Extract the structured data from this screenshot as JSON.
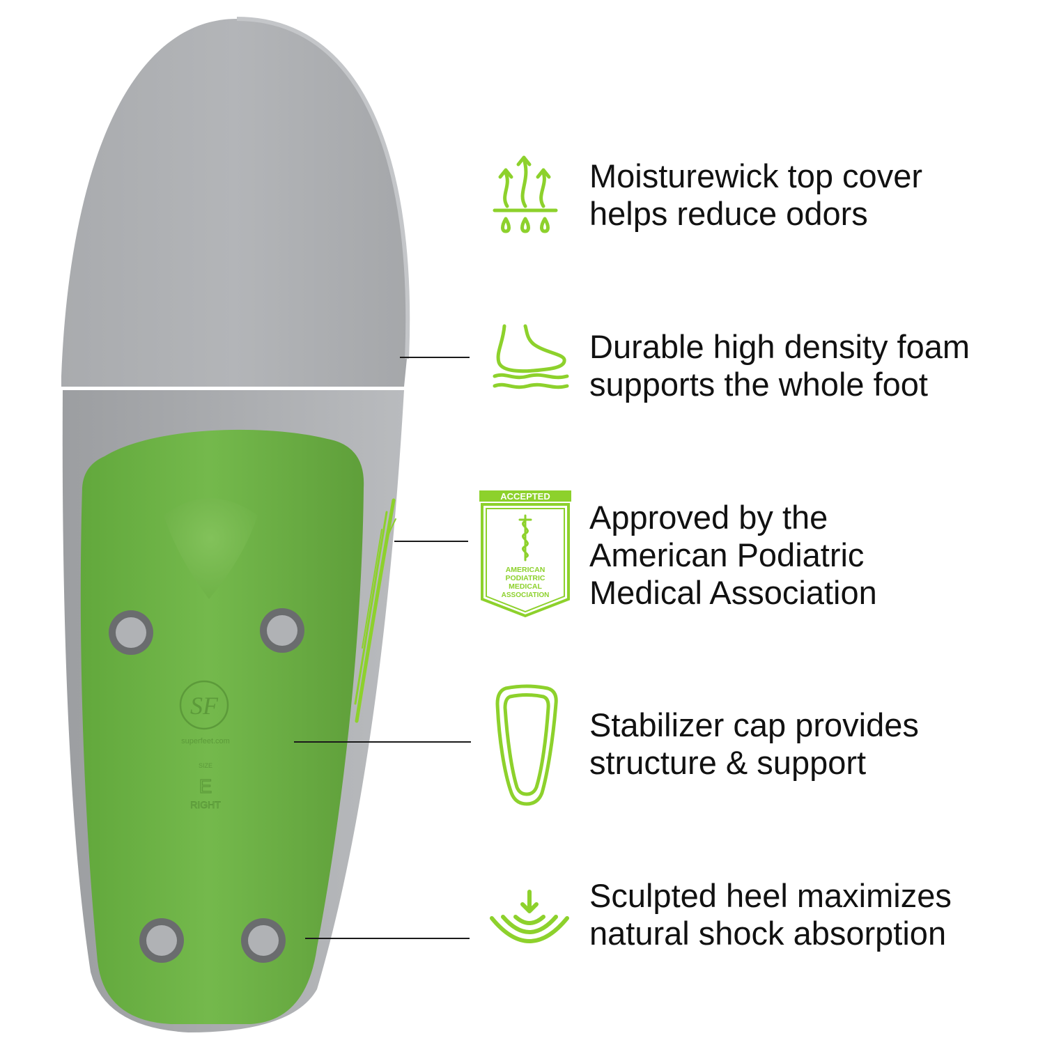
{
  "colors": {
    "accent_green": "#8dd12c",
    "heel_cup_green": "#6cb245",
    "foam_gray": "#aeb0b3",
    "text": "#111111",
    "leader_line": "#1a1a1a"
  },
  "insole": {
    "brand_mark": "SF",
    "brand_url": "superfeet.com",
    "size_caption": "SIZE",
    "size_letter": "E",
    "side": "RIGHT"
  },
  "features": [
    {
      "icon": "moisture-wick-icon",
      "lines": [
        "Moisturewick top cover",
        "helps reduce odors"
      ]
    },
    {
      "icon": "foot-foam-icon",
      "lines": [
        "Durable high density foam",
        "supports the whole foot"
      ]
    },
    {
      "icon": "apma-seal-icon",
      "lines": [
        "Approved by the",
        "American Podiatric",
        "Medical Association"
      ]
    },
    {
      "icon": "stabilizer-cap-icon",
      "lines": [
        "Stabilizer cap provides",
        "structure & support"
      ]
    },
    {
      "icon": "shock-absorption-icon",
      "lines": [
        "Sculpted heel maximizes",
        "natural shock absorption"
      ]
    }
  ],
  "apma_seal": {
    "header": "ACCEPTED",
    "lines": [
      "AMERICAN",
      "PODIATRIC",
      "MEDICAL",
      "ASSOCIATION"
    ]
  }
}
